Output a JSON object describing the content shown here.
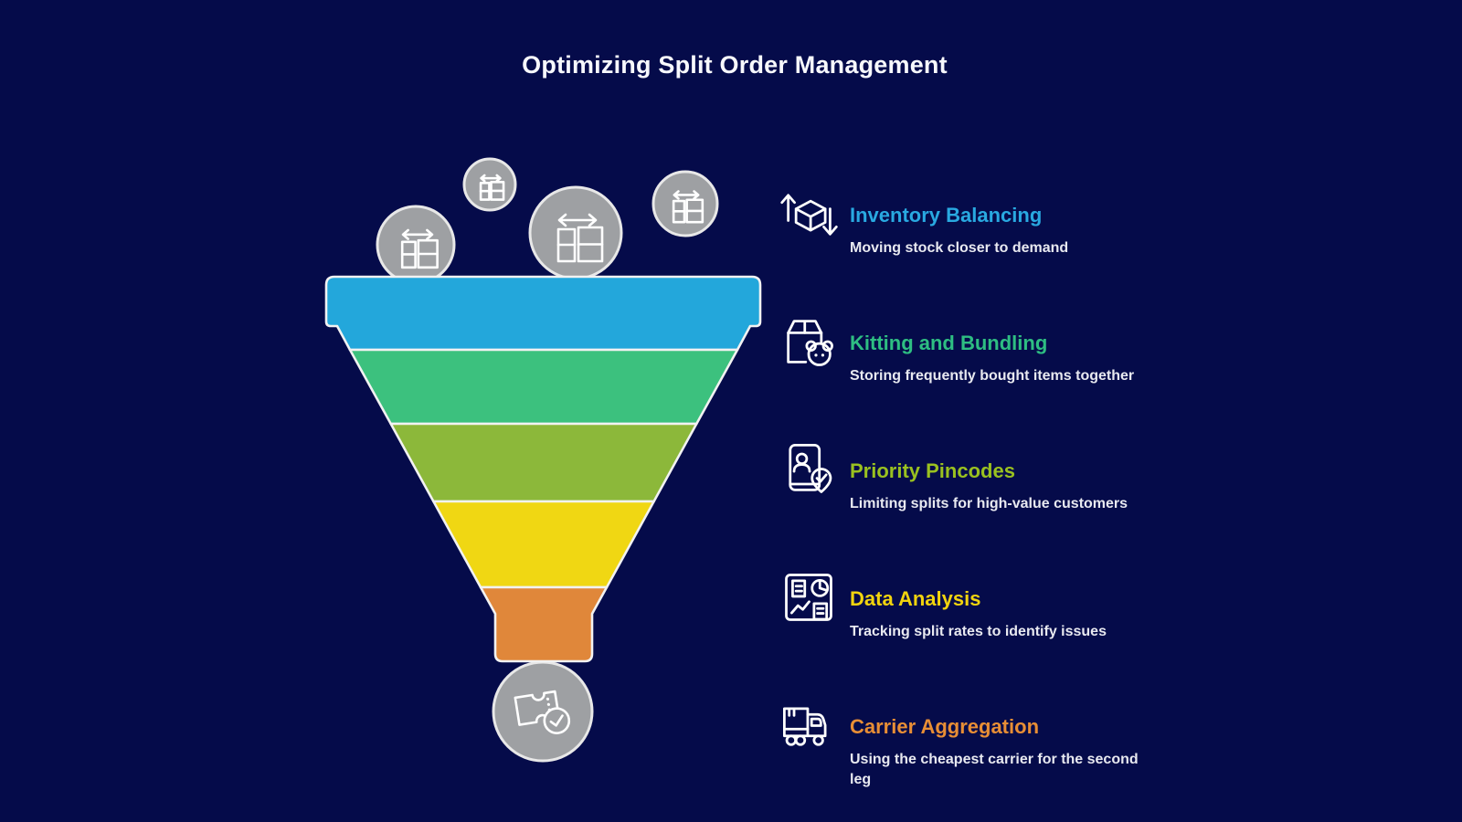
{
  "background": "#050B4A",
  "title": "Optimizing Split Order Management",
  "funnel": {
    "segments": [
      {
        "name": "inventory-balancing",
        "color": "#23A7DB"
      },
      {
        "name": "kitting-and-bundling",
        "color": "#3CC17E"
      },
      {
        "name": "priority-pincodes",
        "color": "#8CB83A"
      },
      {
        "name": "data-analysis",
        "color": "#F0D713"
      },
      {
        "name": "carrier-aggregation",
        "color": "#E0873A"
      }
    ],
    "bubbles": {
      "fill": "#9EA0A3",
      "stroke": "#E8E8E8",
      "top_icon": "table-resize-icon",
      "bottom_icon": "ticket-check-icon"
    }
  },
  "items": [
    {
      "icon": "inventory-cube-arrows-icon",
      "title": "Inventory Balancing",
      "subtitle": "Moving stock closer to demand",
      "color": "#29A9E1"
    },
    {
      "icon": "box-teddy-icon",
      "title": "Kitting and Bundling",
      "subtitle": "Storing frequently bought items together",
      "color": "#2EBE82"
    },
    {
      "icon": "id-card-pin-check-icon",
      "title": "Priority Pincodes",
      "subtitle": "Limiting splits for high-value customers",
      "color": "#9AC120"
    },
    {
      "icon": "analytics-dashboard-icon",
      "title": "Data Analysis",
      "subtitle": "Tracking split rates to identify issues",
      "color": "#F2D40E"
    },
    {
      "icon": "truck-icon",
      "title": "Carrier Aggregation",
      "subtitle": "Using the cheapest carrier for the second leg",
      "color": "#E88E35"
    }
  ]
}
